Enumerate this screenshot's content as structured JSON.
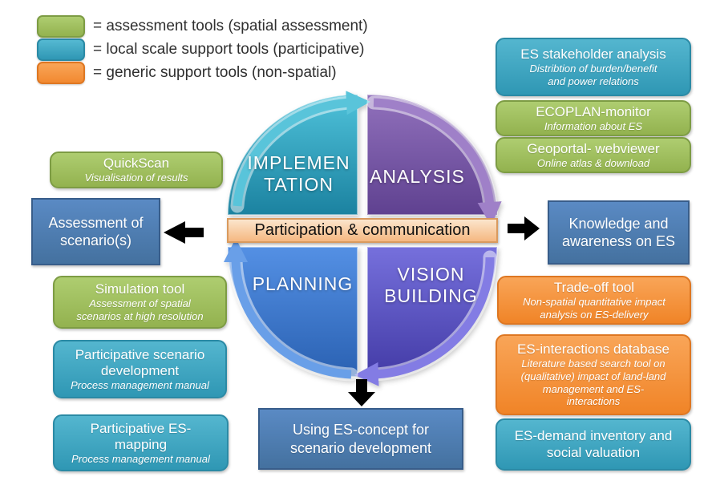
{
  "legend": {
    "items": [
      {
        "label": "= assessment tools (spatial assessment)",
        "color": "#9CBC59"
      },
      {
        "label": "= local scale support tools (participative)",
        "color": "#3FA5BF"
      },
      {
        "label": "= generic support tools (non-spatial)",
        "color": "#F79646"
      }
    ]
  },
  "cycle": {
    "quadrants": [
      {
        "id": "implementation",
        "label": "IMPLEMEN\nTATION",
        "color": "#2E9FBC"
      },
      {
        "id": "analysis",
        "label": "ANALYSIS",
        "color": "#7A5BA6"
      },
      {
        "id": "planning",
        "label": "PLANNING",
        "color": "#3F7DD8"
      },
      {
        "id": "vision-building",
        "label": "VISION\nBUILDING",
        "color": "#5A52BE"
      }
    ],
    "center_banner": "Participation & communication"
  },
  "left_column": {
    "quickscan": {
      "title": "QuickScan",
      "subtitle": "Visualisation of results"
    },
    "assessment_of_scenarios": {
      "title": "Assessment of\nscenario(s)"
    },
    "simulation_tool": {
      "title": "Simulation tool",
      "subtitle": "Assessment of spatial\nscenarios at high resolution"
    },
    "participative_scenario_development": {
      "title": "Participative scenario\ndevelopment",
      "subtitle": "Process management manual"
    },
    "participative_es_mapping": {
      "title": "Participative ES-\nmapping",
      "subtitle": "Process management manual"
    }
  },
  "right_column": {
    "es_stakeholder_analysis": {
      "title": "ES stakeholder analysis",
      "subtitle": "Distribtion of burden/benefit\nand power relations"
    },
    "ecoplan_monitor": {
      "title": "ECOPLAN-monitor",
      "subtitle": "Information about ES"
    },
    "geoportal_webviewer": {
      "title": "Geoportal- webviewer",
      "subtitle": "Online atlas & download"
    },
    "knowledge_awareness": {
      "title": "Knowledge and\nawareness on ES"
    },
    "trade_off_tool": {
      "title": "Trade-off tool",
      "subtitle": "Non-spatial quantitative impact\nanalysis on ES-delivery"
    },
    "es_interactions_database": {
      "title": "ES-interactions database",
      "subtitle": "Literature based search tool on\n(qualitative) impact of land-land\nmanagement and ES-\ninteractions"
    },
    "es_demand_inventory": {
      "title": "ES-demand inventory and\nsocial valuation"
    }
  },
  "bottom": {
    "using_es_concept": {
      "title": "Using ES-concept for\nscenario development"
    }
  },
  "colors": {
    "assessment_green": "#9CBC59",
    "support_teal": "#3FA5BF",
    "generic_orange": "#F79646",
    "outcome_blue": "#4F81BD",
    "banner_peach": "#F8C893",
    "arrow_black": "#000000"
  }
}
